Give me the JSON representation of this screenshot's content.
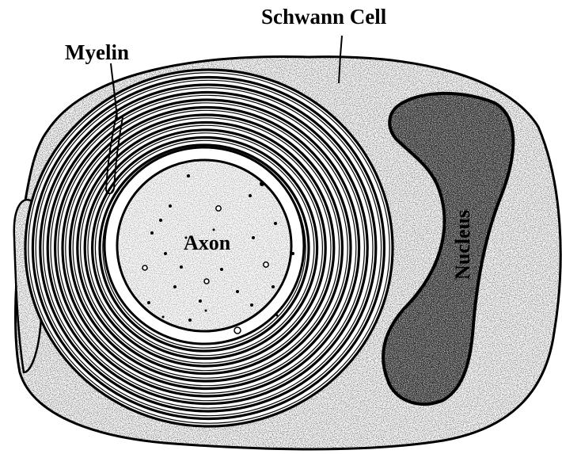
{
  "labels": {
    "schwann_cell": "Schwann Cell",
    "myelin": "Myelin",
    "axon": "Axon",
    "nucleus": "Nucleus"
  },
  "colors": {
    "ink": "#000000",
    "cytoplasm": "#e8e8e8",
    "nucleus": "#b8b8b8",
    "background": "#ffffff"
  },
  "myelin_layers": 11
}
